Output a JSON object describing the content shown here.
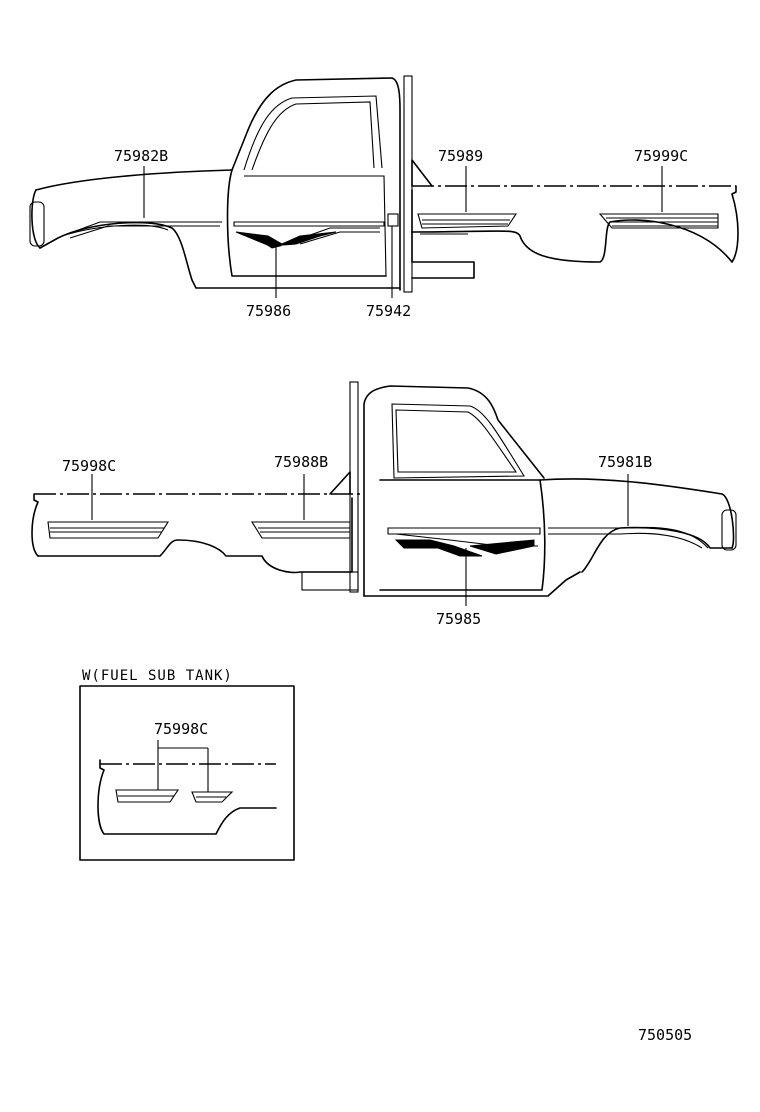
{
  "callouts": {
    "top_front_stripe": "75982B",
    "top_door_stripe": "75986",
    "top_cab_rear": "75942",
    "top_front_bed_stripe": "75989",
    "top_rear_bed_stripe": "75999C",
    "bottom_rear_bed_stripe": "75998C",
    "bottom_front_bed_stripe": "75988B",
    "bottom_front_stripe": "75981B",
    "bottom_door_stripe": "75985"
  },
  "inset": {
    "title": "W(FUEL  SUB  TANK)",
    "callout": "75998C"
  },
  "diagram_code": "750505"
}
